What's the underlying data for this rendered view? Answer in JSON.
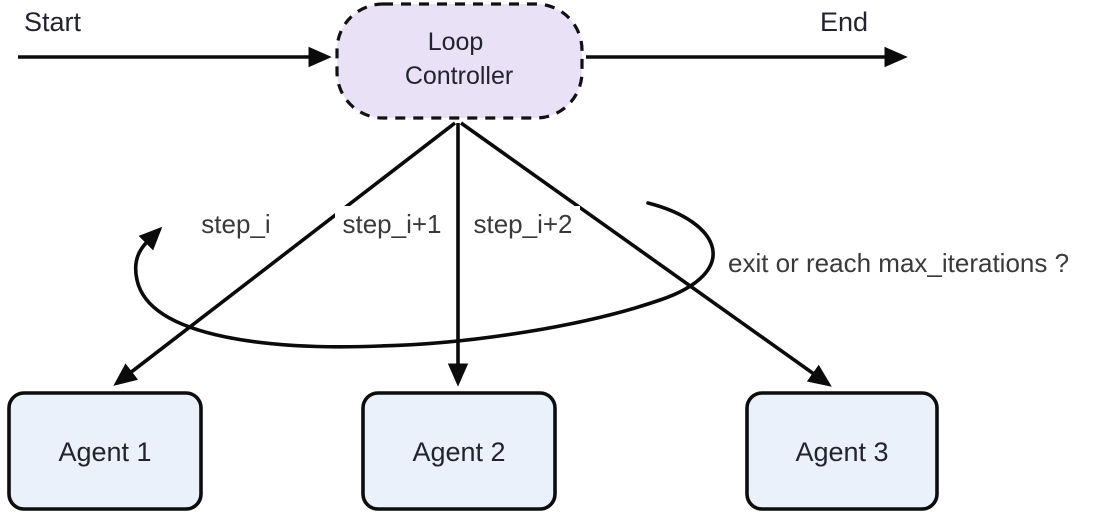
{
  "diagram": {
    "start_label": "Start",
    "end_label": "End",
    "controller": {
      "label": "Loop Controller",
      "lines": [
        "Loop",
        "Controller"
      ]
    },
    "step_labels": [
      "step_i",
      "step_i+1",
      "step_i+2"
    ],
    "loop_label": "exit or reach max_iterations ?",
    "agents": [
      "Agent 1",
      "Agent 2",
      "Agent 3"
    ]
  },
  "colors": {
    "background": "#ffffff",
    "controller_fill": "#e9e2f7",
    "controller_stroke": "#111111",
    "agent_fill": "#ebf1fa",
    "agent_stroke": "#0d0d0d",
    "arrow": "#0b0b0b",
    "text": "#23232e",
    "edge_label_text": "#3a3a3a",
    "label_background": "#ffffff"
  }
}
